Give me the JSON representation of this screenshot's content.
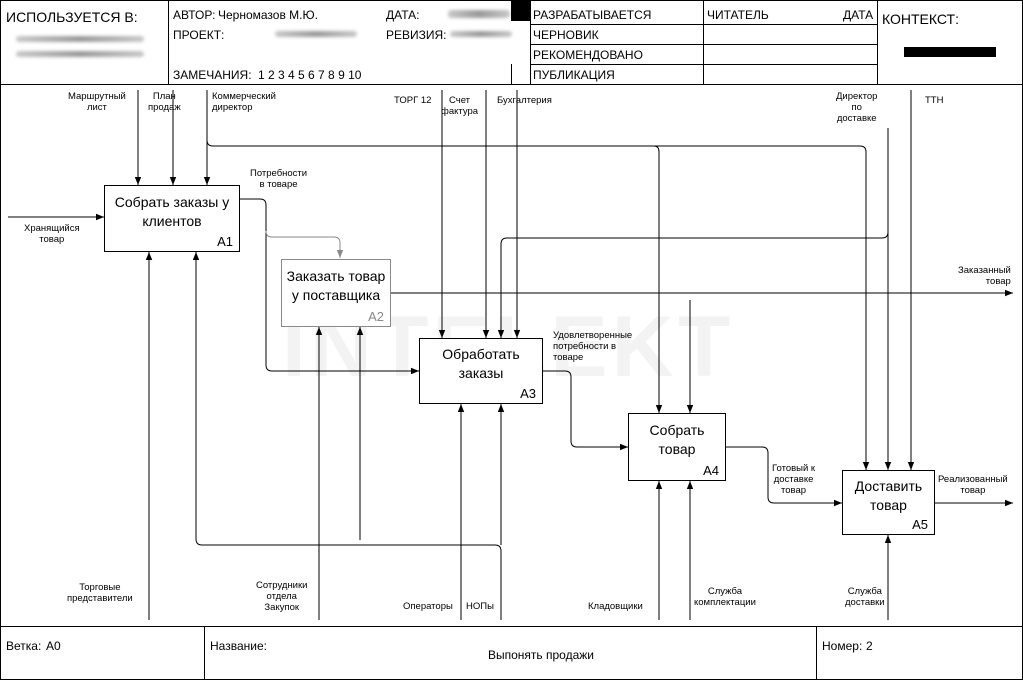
{
  "header": {
    "used_in": "ИСПОЛЬЗУЕТСЯ В:",
    "author_label": "АВТОР:",
    "author_value": "Черномазов М.Ю.",
    "project_label": "ПРОЕКТ:",
    "date_label": "ДАТА:",
    "revision_label": "РЕВИЗИЯ:",
    "notes_label": "ЗАМЕЧАНИЯ:",
    "notes_numbers": "1 2 3 4 5 6 7 8 9 10",
    "status_options": [
      "РАЗРАБАТЫВАЕТСЯ",
      "ЧЕРНОВИК",
      "РЕКОМЕНДОВАНО",
      "ПУБЛИКАЦИЯ"
    ],
    "reader_label": "ЧИТАТЕЛЬ",
    "reader_date_label": "ДАТА",
    "context_label": "КОНТЕКСТ:"
  },
  "footer": {
    "branch_label": "Ветка:",
    "branch_value": "A0",
    "name_label": "Название:",
    "name_value": "Выпонять продажи",
    "number_label": "Номер:",
    "number_value": "2"
  },
  "watermark": "INTELEKT",
  "blocks": [
    {
      "title": "Собрать заказы у\nклиентов",
      "num": "A1"
    },
    {
      "title": "Заказать товар\nу поставщика",
      "num": "A2"
    },
    {
      "title": "Обработать\nзаказы",
      "num": "A3"
    },
    {
      "title": "Собрать\nтовар",
      "num": "A4"
    },
    {
      "title": "Доставить\nтовар",
      "num": "A5"
    }
  ],
  "labels": {
    "route_list": "Маршрутный\nлист",
    "sales_plan": "План\nпродаж",
    "commercial_director": "Коммерческий\nдиректор",
    "torg12": "ТОРГ 12",
    "invoice": "Счет\nфактура",
    "accounting": "Бухгалтерия",
    "delivery_director": "Директор\nпо\nдоставке",
    "ttn": "ТТН",
    "product_needs": "Потребности\nв товаре",
    "stored_goods": "Хранящийся\nтовар",
    "ordered_goods": "Заказанный\nтовар",
    "satisfied_needs": "Удовлетворенные\nпотребности в\nтоваре",
    "ready_for_delivery": "Готовый к\nдоставке\nтовар",
    "sold_goods": "Реализованный\nтовар",
    "sales_reps": "Торговые\nпредставители",
    "purchasing_staff": "Сотрудники\nотдела\nЗакупок",
    "operators": "Операторы",
    "nops": "НОПы",
    "storekeepers": "Кладовщики",
    "assembly_service": "Служба\nкомплектации",
    "delivery_service": "Служба\nдоставки"
  },
  "colors": {
    "line": "#000000",
    "gray": "#8a8a8a",
    "context_bar": "#000000"
  }
}
